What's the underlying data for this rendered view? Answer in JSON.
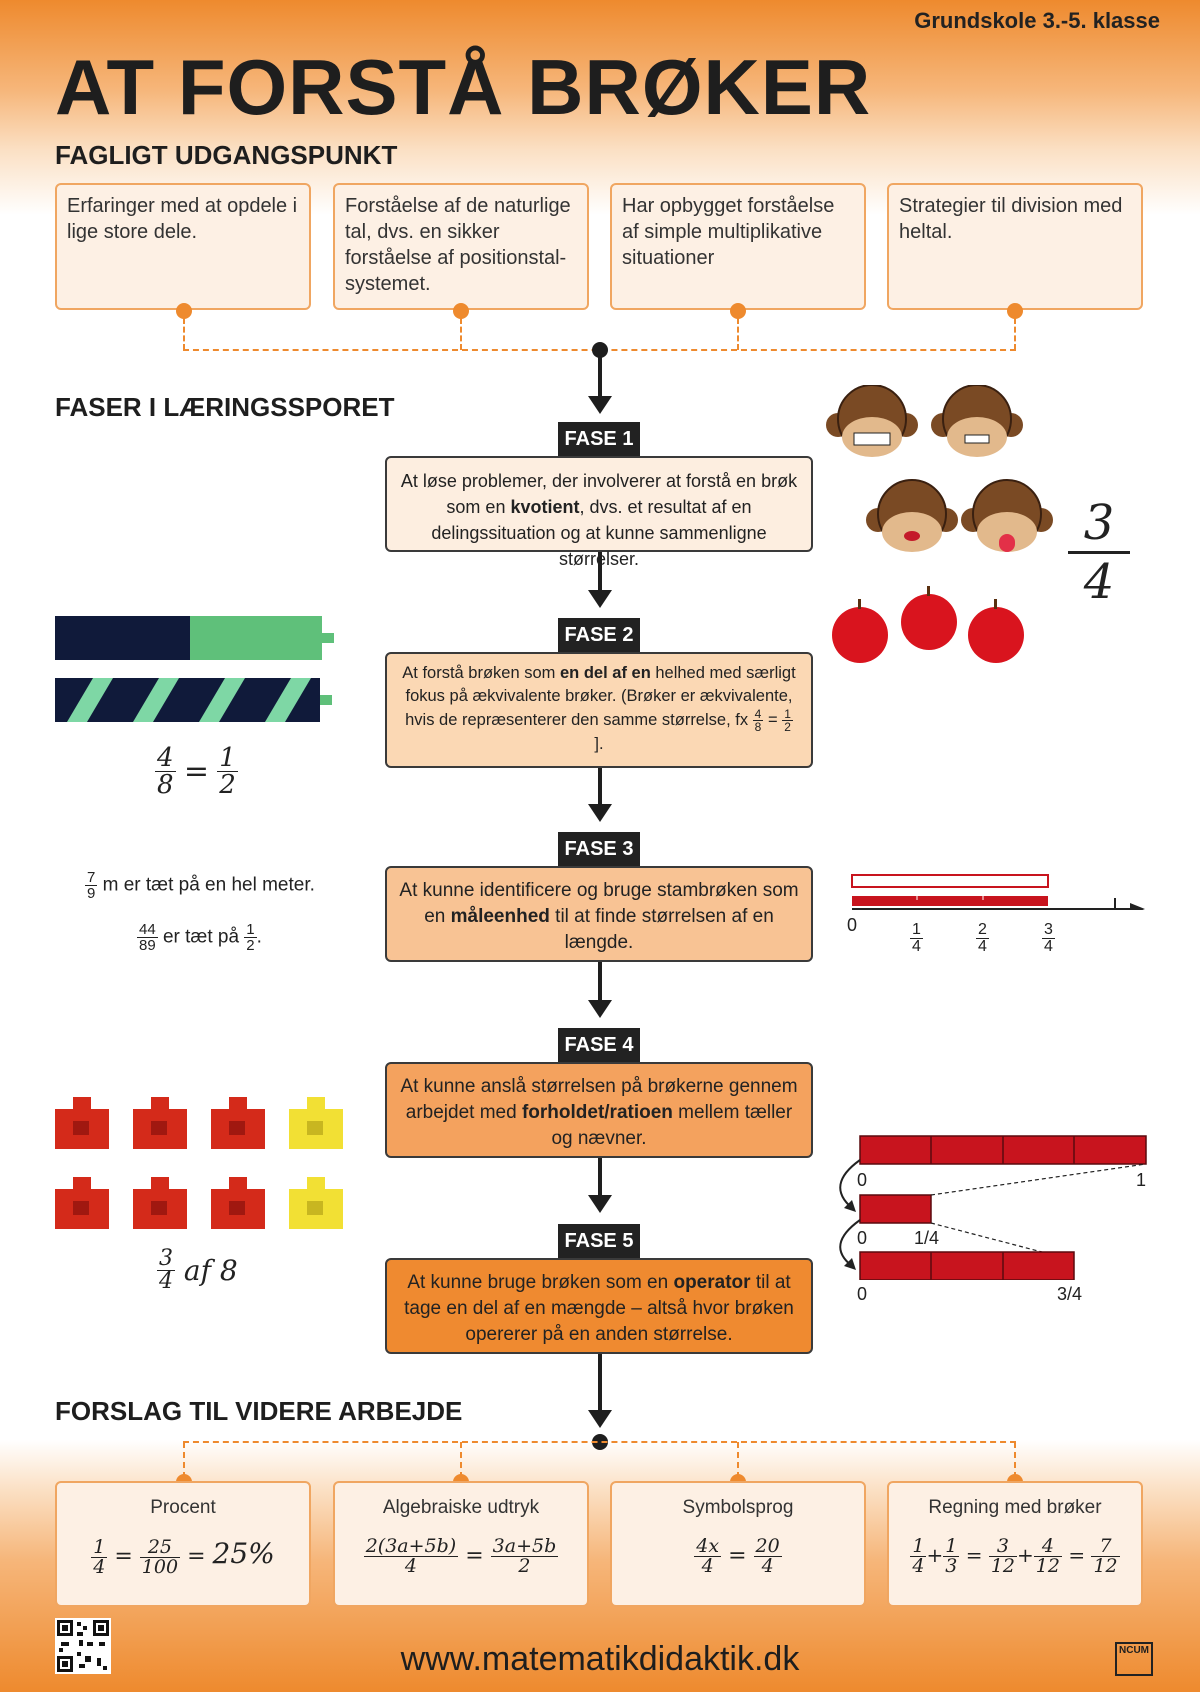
{
  "header": {
    "grade": "Grundskole 3.-5. klasse",
    "title": "AT FORSTÅ BRØKER"
  },
  "starting_point": {
    "heading": "FAGLIGT UDGANGSPUNKT",
    "items": [
      "Erfaringer med at opdele i lige store dele.",
      "Forståelse af de naturlige tal, dvs. en sikker forståelse af positionstal-systemet.",
      "Har opbygget forståelse af simple multiplikative situationer",
      "Strategier til division med heltal."
    ]
  },
  "phases_heading": "FASER I LÆRINGSSPORET",
  "phases": [
    {
      "label": "FASE 1",
      "pre": "At løse problemer, der involverer at forstå en brøk som en ",
      "bold": "kvotient",
      "post": ", dvs. et resultat af en delingssituation og at kunne sammenligne størrelser.",
      "color": "#fdeee0"
    },
    {
      "label": "FASE 2",
      "pre": "At forstå brøken som ",
      "bold": "en del af en",
      "post": " helhed med særligt fokus på ækvivalente brøker. (Brøker er ækvivalente, hvis de repræsenterer den samme størrelse, fx ",
      "color": "#fbd8b4"
    },
    {
      "label": "FASE 3",
      "pre": "At kunne identificere og bruge stambrøken som en ",
      "bold": "måleenhed",
      "post": " til at finde størrelsen af en længde.",
      "color": "#f8c394"
    },
    {
      "label": "FASE 4",
      "pre": "At kunne anslå størrelsen på brøkerne gennem arbejdet med ",
      "bold": "forholdet/ratioen",
      "post": " mellem tæller og nævner.",
      "color": "#f4a25e"
    },
    {
      "label": "FASE 5",
      "pre": "At kunne bruge brøken som en ",
      "bold": "operator",
      "post": " til at tage en del af en mængde – altså hvor brøken opererer på en anden størrelse.",
      "color": "#ef8a30"
    }
  ],
  "fase2_example": {
    "a_num": "4",
    "a_den": "8",
    "eq": "=",
    "b_num": "1",
    "b_den": "2",
    "close": "]."
  },
  "illustrations": {
    "monkeys_fraction": {
      "num": "3",
      "den": "4"
    },
    "bars_equation": {
      "a_num": "4",
      "a_den": "8",
      "b_num": "1",
      "b_den": "2"
    },
    "estimate1": {
      "num": "7",
      "den": "9",
      "text": "m er tæt på en hel meter."
    },
    "estimate2": {
      "num": "44",
      "den": "89",
      "text": "er tæt på",
      "half_num": "1",
      "half_den": "2",
      "end": "."
    },
    "number_line": {
      "zero": "0",
      "ticks": [
        {
          "num": "1",
          "den": "4"
        },
        {
          "num": "2",
          "den": "4"
        },
        {
          "num": "3",
          "den": "4"
        }
      ]
    },
    "blocks_caption": {
      "num": "3",
      "den": "4",
      "text": "af 8"
    },
    "operator_bars": {
      "row1_start": "0",
      "row1_end": "1",
      "row2_start": "0",
      "row2_end": "1/4",
      "row3_start": "0",
      "row3_end": "3/4"
    }
  },
  "further_work": {
    "heading": "FORSLAG TIL VIDERE ARBEJDE",
    "items": [
      {
        "label": "Procent"
      },
      {
        "label": "Algebraiske udtryk"
      },
      {
        "label": "Symbolsprog"
      },
      {
        "label": "Regning med brøker"
      }
    ]
  },
  "math": {
    "procent": {
      "a_num": "1",
      "a_den": "4",
      "eq": "=",
      "b_num": "25",
      "b_den": "100",
      "eq2": "=",
      "res": "25%"
    },
    "algebra": {
      "a_num": "2(3a+5b)",
      "a_den": "4",
      "eq": "=",
      "b_num": "3a+5b",
      "b_den": "2"
    },
    "symbol": {
      "a_num": "4x",
      "a_den": "4",
      "eq": "=",
      "b_num": "20",
      "b_den": "4"
    },
    "regning": {
      "a_num": "1",
      "a_den": "4",
      "plus": "+",
      "b_num": "1",
      "b_den": "3",
      "eq": "=",
      "c_num": "3",
      "c_den": "12",
      "plus2": "+",
      "d_num": "4",
      "d_den": "12",
      "eq2": "=",
      "e_num": "7",
      "e_den": "12"
    }
  },
  "footer": {
    "url": "www.matematikdidaktik.dk",
    "logo": "NCUM"
  }
}
